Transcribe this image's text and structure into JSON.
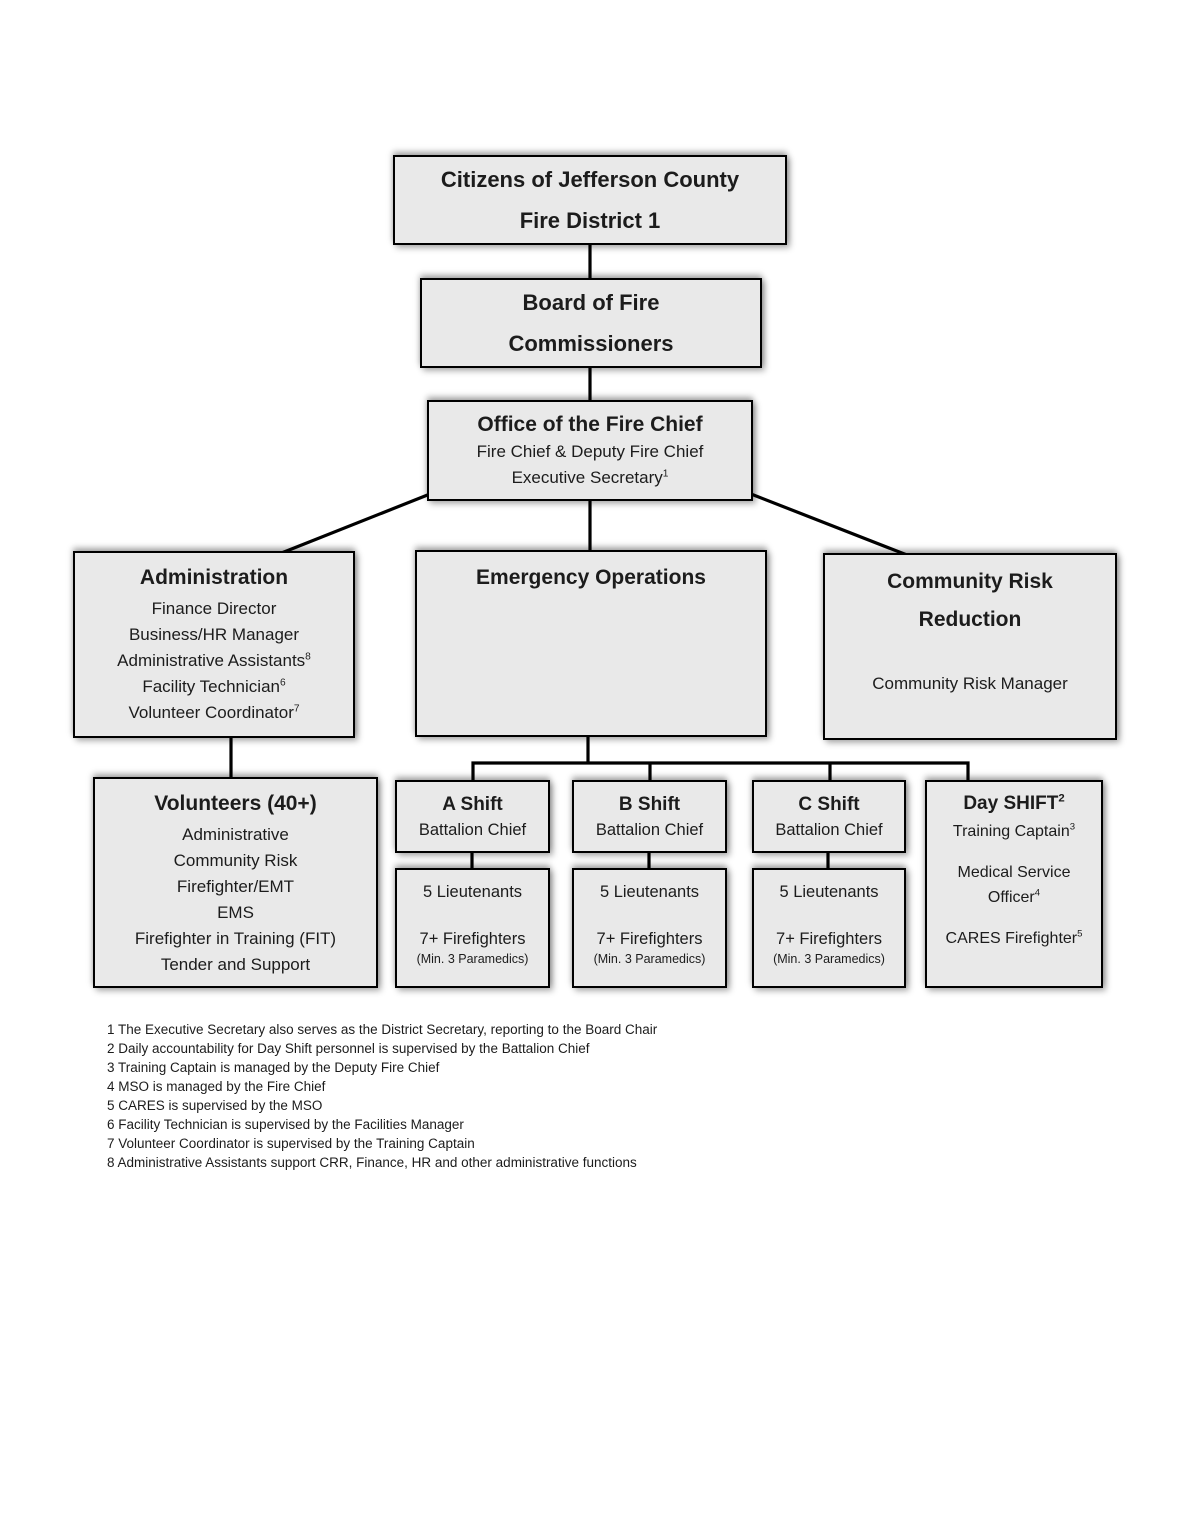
{
  "page": {
    "background": "#ffffff"
  },
  "colors": {
    "box_fill": "#e9e9e9",
    "box_border": "#000000",
    "connector": "#000000",
    "text": "#1c1c1c"
  },
  "boxes": {
    "citizens": {
      "line1": "Citizens of Jefferson County",
      "line2": "Fire District 1"
    },
    "board": {
      "line1": "Board of Fire",
      "line2": "Commissioners"
    },
    "office": {
      "title": "Office of the Fire Chief",
      "member1": "Fire Chief & Deputy Fire Chief",
      "member2": "Executive Secretary",
      "member2_sup": "1"
    },
    "administration": {
      "title": "Administration",
      "members": [
        {
          "text": "Finance Director"
        },
        {
          "text": "Business/HR Manager"
        },
        {
          "text": "Administrative Assistants",
          "sup": "8"
        },
        {
          "text": "Facility Technician",
          "sup": "6"
        },
        {
          "text": "Volunteer Coordinator",
          "sup": "7"
        }
      ]
    },
    "emergency_operations": {
      "title": "Emergency Operations"
    },
    "community_risk_reduction": {
      "title_line1": "Community Risk",
      "title_line2": "Reduction",
      "member": "Community Risk Manager"
    },
    "volunteers": {
      "title": "Volunteers (40+)",
      "members": [
        "Administrative",
        "Community Risk",
        "Firefighter/EMT",
        "EMS",
        "Firefighter in Training (FIT)",
        "Tender and Support"
      ]
    },
    "shifts": [
      {
        "title": "A Shift",
        "subtitle": "Battalion Chief",
        "crew_line1": "5 Lieutenants",
        "crew_line2": "7+ Firefighters",
        "crew_note": "(Min. 3 Paramedics)"
      },
      {
        "title": "B Shift",
        "subtitle": "Battalion Chief",
        "crew_line1": "5 Lieutenants",
        "crew_line2": "7+ Firefighters",
        "crew_note": "(Min. 3 Paramedics)"
      },
      {
        "title": "C Shift",
        "subtitle": "Battalion Chief",
        "crew_line1": "5 Lieutenants",
        "crew_line2": "7+ Firefighters",
        "crew_note": "(Min. 3 Paramedics)"
      }
    ],
    "day_shift": {
      "title": "Day SHIFT",
      "title_sup": "2",
      "members": [
        {
          "text": "Training Captain",
          "sup": "3"
        },
        {
          "text": "Medical Service Officer",
          "sup": "4"
        },
        {
          "text": "CARES Firefighter",
          "sup": "5"
        }
      ]
    }
  },
  "footnotes": [
    "1 The Executive Secretary also serves as the District Secretary, reporting to the Board Chair",
    "2 Daily accountability for Day Shift personnel is supervised by the Battalion Chief",
    "3 Training Captain is managed by the Deputy Fire Chief",
    "4 MSO is managed by the Fire Chief",
    "5 CARES is supervised by the MSO",
    "6 Facility Technician is supervised by the Facilities Manager",
    "7 Volunteer Coordinator is supervised by the Training Captain",
    "8 Administrative Assistants support CRR, Finance, HR and other administrative functions"
  ]
}
